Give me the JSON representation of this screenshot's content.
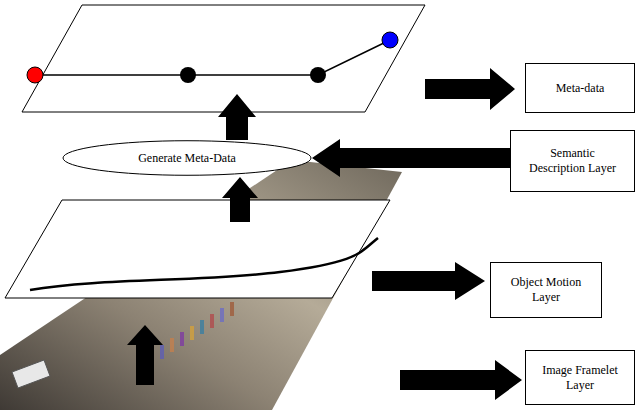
{
  "diagram": {
    "nodes": [
      {
        "text": [
          "Meta-data"
        ]
      },
      {
        "text": [
          "Generate Meta-Data"
        ]
      },
      {
        "text": [
          "Semantic Description Layer"
        ]
      },
      {
        "text": [
          "Object Motion Layer"
        ]
      },
      {
        "text": [
          "Image Framelet Layer"
        ]
      }
    ],
    "edges": [
      {
        "from": 2,
        "to": 1,
        "arrow": "to"
      }
    ]
  }
}
